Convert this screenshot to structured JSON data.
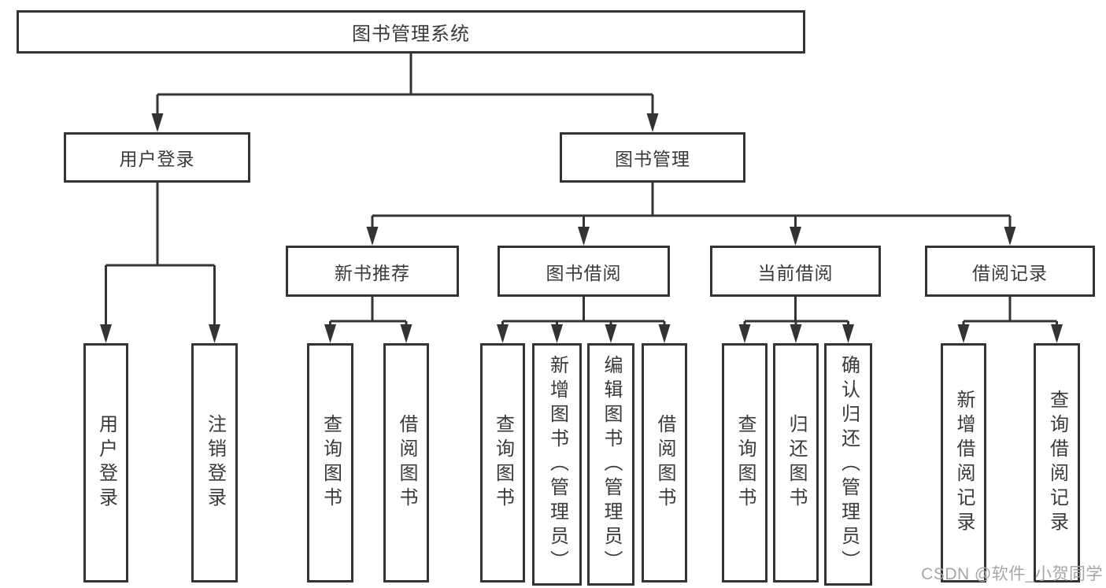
{
  "tree": {
    "label": "图书管理系统",
    "children": [
      {
        "label": "用户登录",
        "children": [
          {
            "label": "用户登录"
          },
          {
            "label": "注销登录"
          }
        ]
      },
      {
        "label": "图书管理",
        "children": [
          {
            "label": "新书推荐",
            "children": [
              {
                "label": "查询图书"
              },
              {
                "label": "借阅图书"
              }
            ]
          },
          {
            "label": "图书借阅",
            "children": [
              {
                "label": "查询图书"
              },
              {
                "label": "新增图书（管理员）"
              },
              {
                "label": "编辑图书（管理员）"
              },
              {
                "label": "借阅图书"
              }
            ]
          },
          {
            "label": "当前借阅",
            "children": [
              {
                "label": "查询图书"
              },
              {
                "label": "归还图书"
              },
              {
                "label": "确认归还（管理员）"
              }
            ]
          },
          {
            "label": "借阅记录",
            "children": [
              {
                "label": "新增借阅记录"
              },
              {
                "label": "查询借阅记录"
              }
            ]
          }
        ]
      }
    ]
  },
  "watermark": "CSDN @软件_小贺同学",
  "colors": {
    "line": "#333333",
    "box_border": "#333333",
    "text": "#3a3a3a",
    "watermark": "#a6a6a6",
    "background": "#ffffff"
  }
}
